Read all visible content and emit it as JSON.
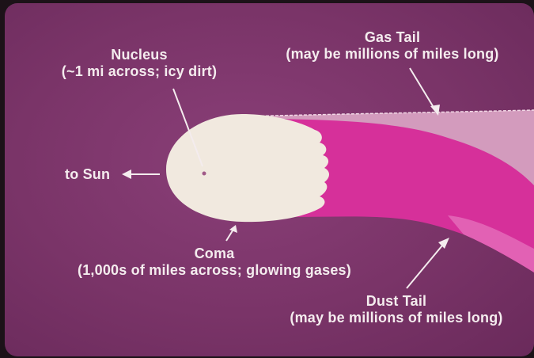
{
  "diagram": {
    "nucleus": {
      "title": "Nucleus",
      "detail": "(~1 mi across; icy dirt)"
    },
    "gas_tail": {
      "title": "Gas Tail",
      "detail": "(may be millions of miles long)"
    },
    "sun": {
      "label": "to Sun"
    },
    "coma": {
      "title": "Coma",
      "detail": "(1,000s of miles across; glowing gases)"
    },
    "dust_tail": {
      "title": "Dust Tail",
      "detail": "(may be millions of miles long)"
    }
  },
  "colors": {
    "background": "#7a3468",
    "coma": "#f0e8e0",
    "dust_tail": "#d8329c",
    "gas_tail": "#d8a0c0",
    "text": "#f4ecee"
  }
}
